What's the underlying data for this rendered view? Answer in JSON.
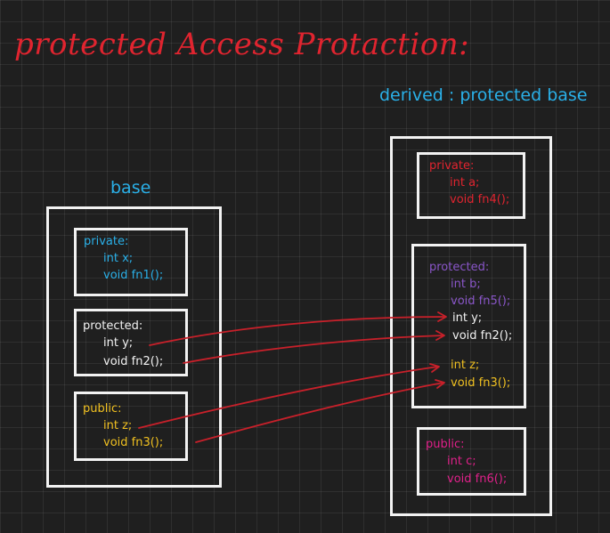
{
  "title": "protected Access Protaction:",
  "derived_label": "derived : protected base",
  "base_label": "base",
  "base": {
    "private": {
      "heading": "private:",
      "members": [
        "int x;",
        "void fn1();"
      ]
    },
    "protected": {
      "heading": "protected:",
      "members": [
        "int y;",
        "void fn2();"
      ]
    },
    "public": {
      "heading": "public:",
      "members": [
        "int z;",
        "void fn3();"
      ]
    }
  },
  "derived": {
    "private": {
      "heading": "private:",
      "members": [
        "int a;",
        "void fn4();"
      ]
    },
    "protected": {
      "heading": "protected:",
      "own_members": [
        "int b;",
        "void fn5();"
      ],
      "inherited_from_protected": [
        "int y;",
        "void fn2();"
      ],
      "inherited_from_public": [
        "int z;",
        "void fn3();"
      ]
    },
    "public": {
      "heading": "public:",
      "members": [
        "int c;",
        "void fn6();"
      ]
    }
  },
  "colors": {
    "title": "#e0242f",
    "label": "#2ab0e8",
    "arrow": "#c8202a",
    "box": "#f2f2f2"
  }
}
